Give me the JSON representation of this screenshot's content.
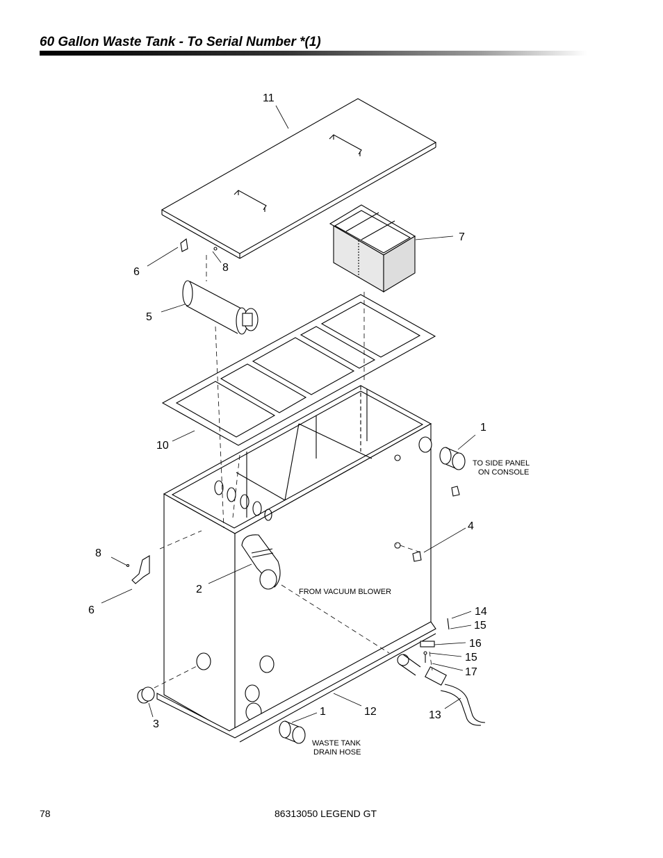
{
  "header": {
    "title": "60 Gallon Waste Tank - To Serial Number *(1)"
  },
  "callouts": {
    "c11": "11",
    "c7": "7",
    "c6a": "6",
    "c8a": "8",
    "c5": "5",
    "c10": "10",
    "c1a": "1",
    "c4": "4",
    "c8b": "8",
    "c2": "2",
    "c6b": "6",
    "c14": "14",
    "c15a": "15",
    "c16": "16",
    "c15b": "15",
    "c17": "17",
    "c3": "3",
    "c1b": "1",
    "c12": "12",
    "c13": "13"
  },
  "notes": {
    "side_panel_1": "TO SIDE PANEL",
    "side_panel_2": "ON CONSOLE",
    "vacuum_blower": "FROM VACUUM BLOWER",
    "drain_1": "WASTE TANK",
    "drain_2": "DRAIN HOSE"
  },
  "footer": {
    "page_number": "78",
    "doc": "86313050  LEGEND GT"
  }
}
